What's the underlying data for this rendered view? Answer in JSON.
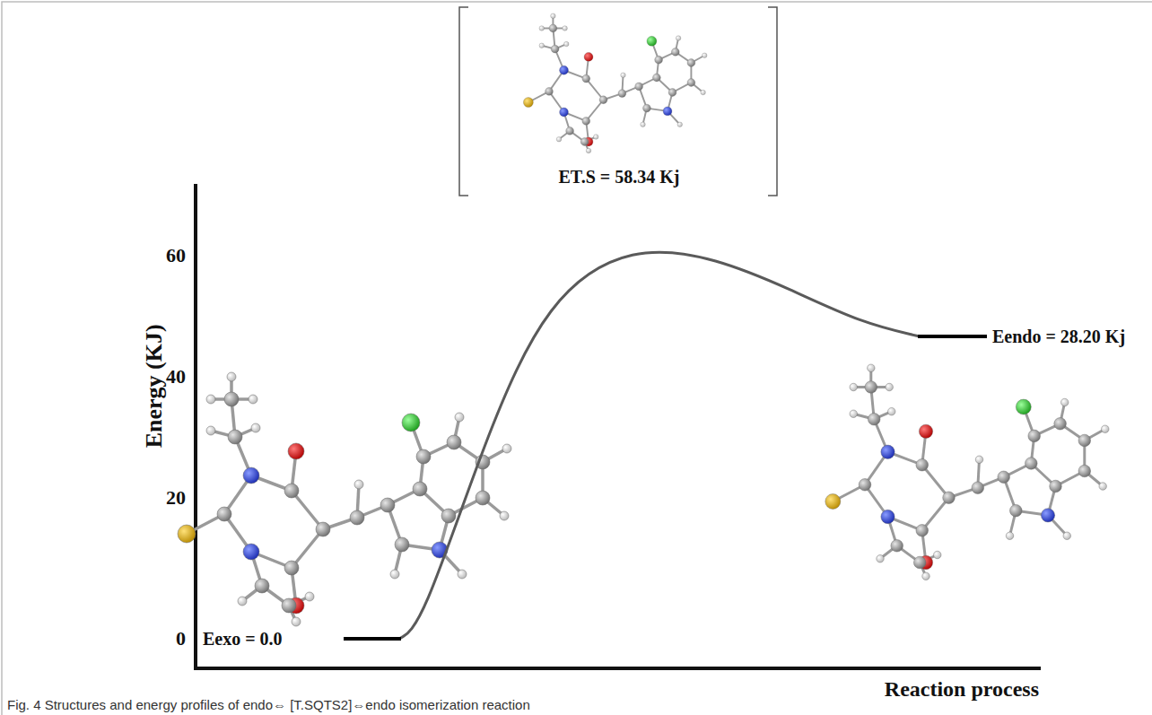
{
  "diagram": {
    "caption": "Fig. 4 Structures and energy profiles of endo⇔ [T.SQTS2]⇔endo isomerization reaction",
    "labels": [
      "ET.S = 58.34 Kj",
      "60",
      "40",
      "20",
      "0",
      "Energy (KJ)",
      "Eexo = 0.0",
      "Eendo = 28.20 Kj",
      "Reaction process"
    ]
  }
}
